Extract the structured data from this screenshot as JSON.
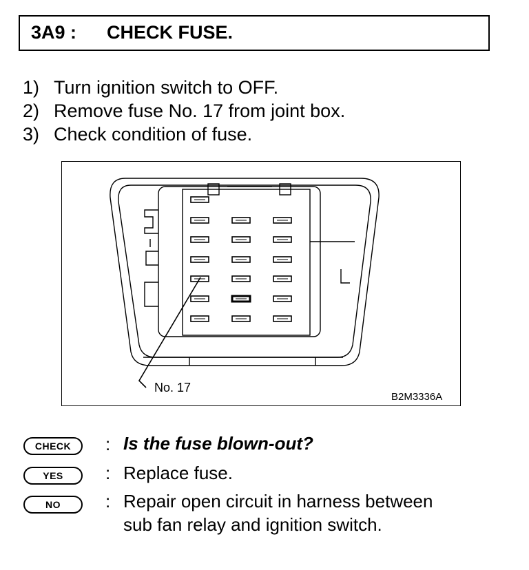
{
  "header": {
    "code": "3A9 :",
    "title": "CHECK FUSE."
  },
  "steps": [
    {
      "num": "1)",
      "text": "Turn ignition switch to OFF."
    },
    {
      "num": "2)",
      "text": "Remove fuse No. 17 from joint box."
    },
    {
      "num": "3)",
      "text": "Check condition of fuse."
    }
  ],
  "figure": {
    "callout_label": "No.  17",
    "figure_id": "B2M3336A",
    "highlighted_fuse": {
      "row": 5,
      "col": 1
    }
  },
  "decision": {
    "check_badge": "CHECK",
    "question": "Is the fuse blown-out?",
    "yes_badge": "YES",
    "yes_text": "Replace fuse.",
    "no_badge": "NO",
    "no_text_line1": "Repair open circuit in harness between",
    "no_text_line2": "sub fan relay and ignition switch."
  },
  "separator": ":"
}
